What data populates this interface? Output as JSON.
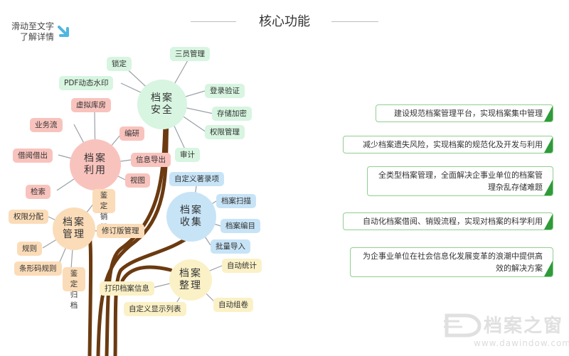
{
  "title": "核心功能",
  "hint": {
    "line1": "滑动至文字",
    "line2": "了解详情",
    "icon": "arrow-down-right-icon"
  },
  "colors": {
    "trunk": "#6b3a10",
    "green": "#d7f5e0",
    "red": "#f9c3bd",
    "blue": "#c7e4f7",
    "orange": "#fbdcb8",
    "yellow": "#fbf1c6",
    "feature_border": "#8fcf8f",
    "feature_corner": "#2f9a3a"
  },
  "hubs": {
    "security": "档案安全",
    "utilization": "档案利用",
    "collection": "档案收集",
    "management": "档案管理",
    "organize": "档案整理"
  },
  "nodes": {
    "security": [
      "锁定",
      "三员管理",
      "PDF动态水印",
      "登录验证",
      "存储加密",
      "权限管理",
      "审计"
    ],
    "utilization": [
      "虚拟库房",
      "业务流",
      "编研",
      "借阅借出",
      "信息导出",
      "视图",
      "检索"
    ],
    "collection": [
      "自定义著录项",
      "档案扫描",
      "档案编目",
      "批量导入"
    ],
    "management": [
      "鉴定销毁",
      "权限分配",
      "修订版管理",
      "规则",
      "条形码规则",
      "鉴定归档"
    ],
    "organize": [
      "自动统计",
      "打印档案信息",
      "自定义显示列表",
      "自动组卷"
    ]
  },
  "features": [
    "建设规范档案管理平台，实现档案集中管理",
    "减少档案遗失风险，实现档案的规范化及开发与利用",
    "全类型档案管理，全面解决企事业单位的档案管理杂乱存储难题",
    "自动化档案借阅、销毁流程，实现对档案的科学利用",
    "为企事业单位在社会信息化发展变革的浪潮中提供高效的解决方案"
  ],
  "watermark": {
    "name": "档案之窗",
    "url": "www.dawindow.com"
  }
}
